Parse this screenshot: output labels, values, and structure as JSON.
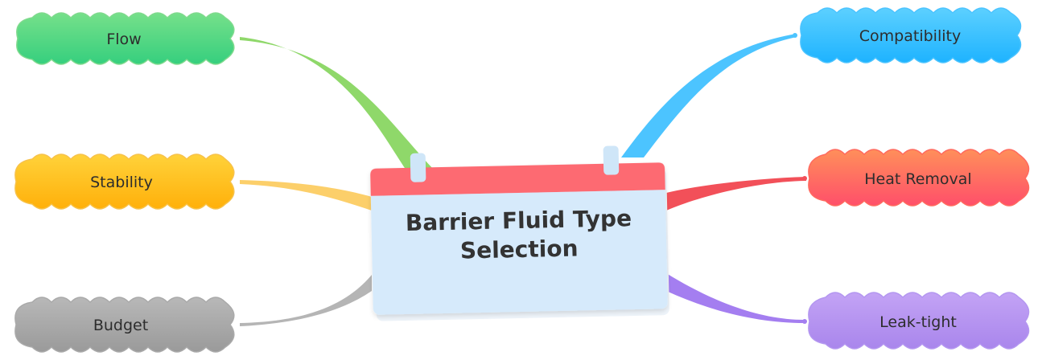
{
  "center": {
    "title_lines": [
      "Barrier Fluid Type",
      "Selection"
    ],
    "colors": {
      "header": "#fd6b72",
      "body": "#d6eafb",
      "ring": "#cfe6f8"
    }
  },
  "nodes": [
    {
      "id": "flow",
      "label": "Flow",
      "side": "left",
      "colors": {
        "top": "#76e08a",
        "bottom": "#36cf7e",
        "edge": "#8fd86a"
      }
    },
    {
      "id": "stability",
      "label": "Stability",
      "side": "left",
      "colors": {
        "top": "#ffd23a",
        "bottom": "#ffb00a",
        "edge": "#fccf6a"
      }
    },
    {
      "id": "budget",
      "label": "Budget",
      "side": "left",
      "colors": {
        "top": "#b8b8b8",
        "bottom": "#9a9a9a",
        "edge": "#b5b5b5"
      }
    },
    {
      "id": "compatibility",
      "label": "Compatibility",
      "side": "right",
      "colors": {
        "top": "#5cd0ff",
        "bottom": "#1eb3ff",
        "edge": "#4cc4ff"
      }
    },
    {
      "id": "heat-removal",
      "label": "Heat Removal",
      "side": "right",
      "colors": {
        "top": "#ff8f5a",
        "bottom": "#ff4f6a",
        "edge": "#f25059"
      }
    },
    {
      "id": "leak-tight",
      "label": "Leak-tight",
      "side": "right",
      "colors": {
        "top": "#c3a3f5",
        "bottom": "#a986ec",
        "edge": "#a47ef0"
      }
    }
  ]
}
